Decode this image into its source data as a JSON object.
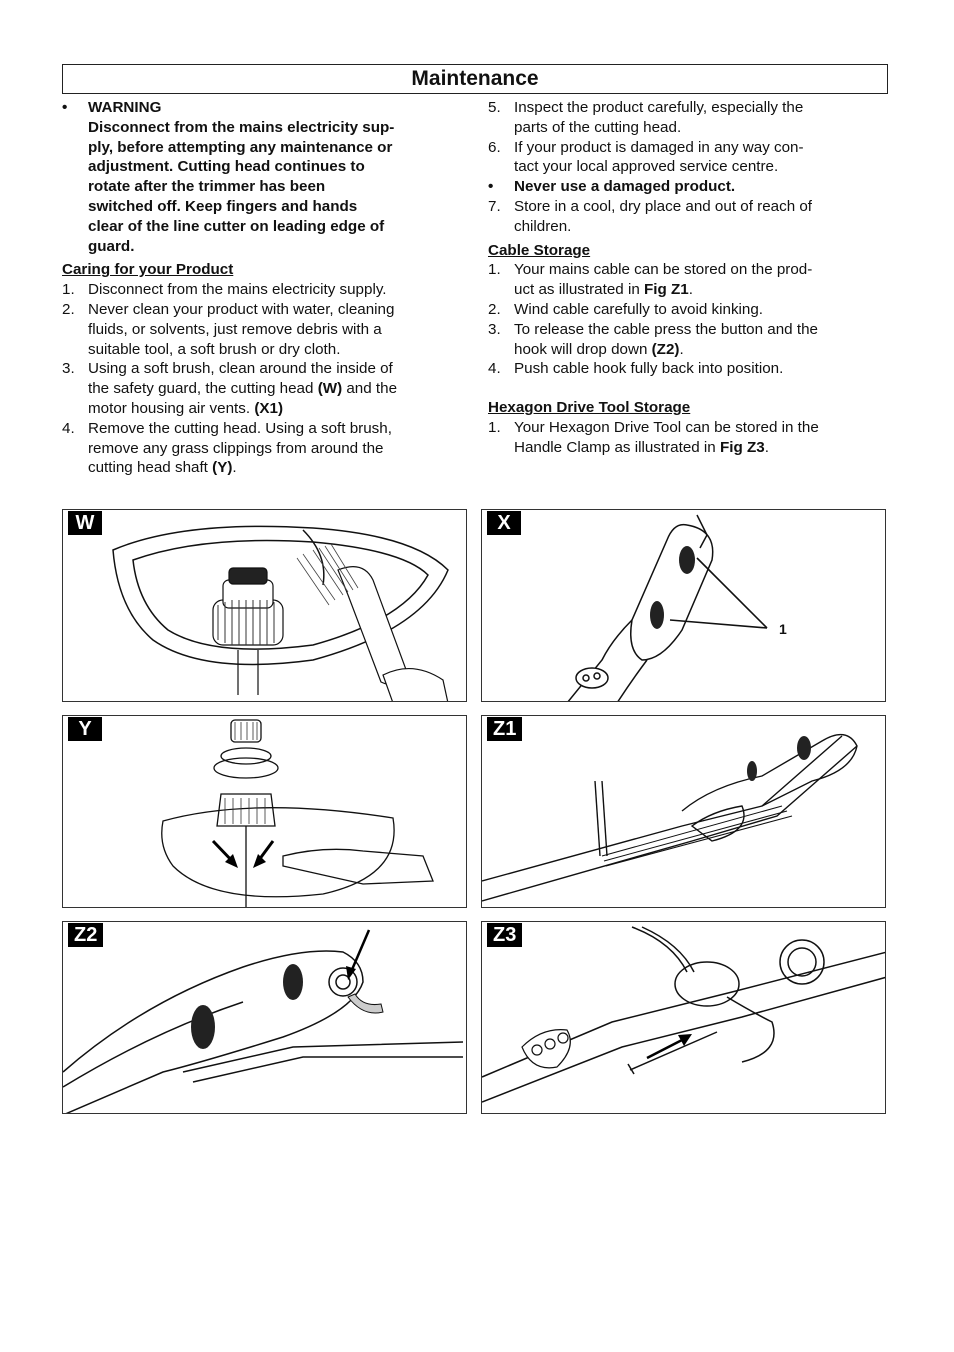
{
  "title": "Maintenance",
  "warning": {
    "bullet": "•",
    "heading": "WARNING",
    "lines": [
      "Disconnect from the mains electricity sup-",
      "ply, before attempting any maintenance or",
      "adjustment.  Cutting head continues to",
      "rotate after the trimmer has been",
      "switched off.  Keep fingers and hands",
      "clear of the line cutter on leading edge of",
      "guard."
    ]
  },
  "caring": {
    "heading": "Caring for your Product",
    "items": [
      {
        "num": "1.",
        "lines": [
          "Disconnect from the mains electricity supply."
        ]
      },
      {
        "num": "2.",
        "lines": [
          "Never clean your product with water, cleaning",
          "fluids, or solvents, just remove debris with a",
          "suitable tool, a soft brush or dry cloth."
        ]
      },
      {
        "num": "3.",
        "lines": [
          "Using a soft brush, clean around the inside of",
          "the safety guard, the cutting head",
          "motor housing air vents."
        ],
        "bold_w": "(W)",
        "and_the": " and the",
        "bold_x1": "(X1)"
      },
      {
        "num": "4.",
        "lines": [
          "Remove the cutting head. Using a soft brush,",
          "remove any grass clippings from around the",
          "cutting head shaft"
        ],
        "bold_y": "(Y)",
        "end": "."
      },
      {
        "num": "5.",
        "lines": [
          "Inspect the product carefully, especially the",
          "parts of the cutting head."
        ]
      },
      {
        "num": "6.",
        "lines": [
          "If your product is damaged in any way con-",
          "tact your local approved service centre."
        ]
      },
      {
        "num": "7.",
        "lines": [
          "Store in a cool, dry place and out of reach of",
          "children."
        ]
      }
    ],
    "never": {
      "bullet": "•",
      "text": "Never use a damaged product."
    }
  },
  "cable": {
    "heading": "Cable Storage",
    "items": [
      {
        "num": "1.",
        "lines": [
          "Your mains cable can be stored on the prod-",
          "uct as illustrated in"
        ],
        "bold": "Fig Z1",
        "end": "."
      },
      {
        "num": "2.",
        "lines": [
          "Wind cable carefully to avoid kinking."
        ]
      },
      {
        "num": "3.",
        "lines": [
          "To release the cable press the button and the",
          "hook will drop down"
        ],
        "bold": "(Z2)",
        "end": "."
      },
      {
        "num": "4.",
        "lines": [
          "Push cable hook fully back into position."
        ]
      }
    ]
  },
  "hexagon": {
    "heading": "Hexagon Drive Tool Storage",
    "items": [
      {
        "num": "1.",
        "lines": [
          "Your Hexagon Drive Tool can be stored in the",
          "Handle Clamp as illustrated in"
        ],
        "bold": "Fig Z3",
        "end": "."
      }
    ]
  },
  "figures": {
    "w": {
      "label": "W"
    },
    "x": {
      "label": "X",
      "callout": "1"
    },
    "y": {
      "label": "Y"
    },
    "z1": {
      "label": "Z1"
    },
    "z2": {
      "label": "Z2"
    },
    "z3": {
      "label": "Z3"
    }
  }
}
